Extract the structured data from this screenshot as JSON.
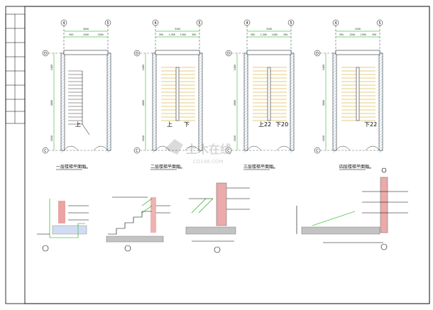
{
  "drawing": {
    "plans": [
      {
        "title": "一层楼梯平面图",
        "scale": "1:50",
        "grid_left": "4",
        "grid_right": "5",
        "top_dim": "3000",
        "seg_dims": [
          "300",
          "1200",
          "1500"
        ],
        "up_label": "上",
        "down_label": ""
      },
      {
        "title": "二层楼梯平面图",
        "scale": "1:50",
        "grid_left": "4",
        "grid_right": "5",
        "top_dim": "3100",
        "seg_dims": [
          "350",
          "1,300",
          "1300",
          "350"
        ],
        "up_label": "上",
        "down_label": "下"
      },
      {
        "title": "三层楼梯平面图",
        "scale": "1:50",
        "grid_left": "4",
        "grid_right": "5",
        "top_dim": "3100",
        "seg_dims": [
          "350",
          "1,300",
          "1400",
          "350"
        ],
        "up_label": "上22",
        "down_label": "下20"
      },
      {
        "title": "四层楼梯平面图",
        "scale": "1:50",
        "grid_left": "4",
        "grid_right": "5",
        "top_dim": "3100",
        "seg_dims": [
          "350",
          "1200",
          "1300",
          "350"
        ],
        "up_label": "",
        "down_label": "下22"
      }
    ],
    "row_grids": {
      "top": "D",
      "bottom": "C"
    },
    "side_dims": [
      "1480",
      "4880",
      "1040"
    ],
    "watermark": {
      "main": "土木在线",
      "sub": "CO188.COM"
    }
  }
}
